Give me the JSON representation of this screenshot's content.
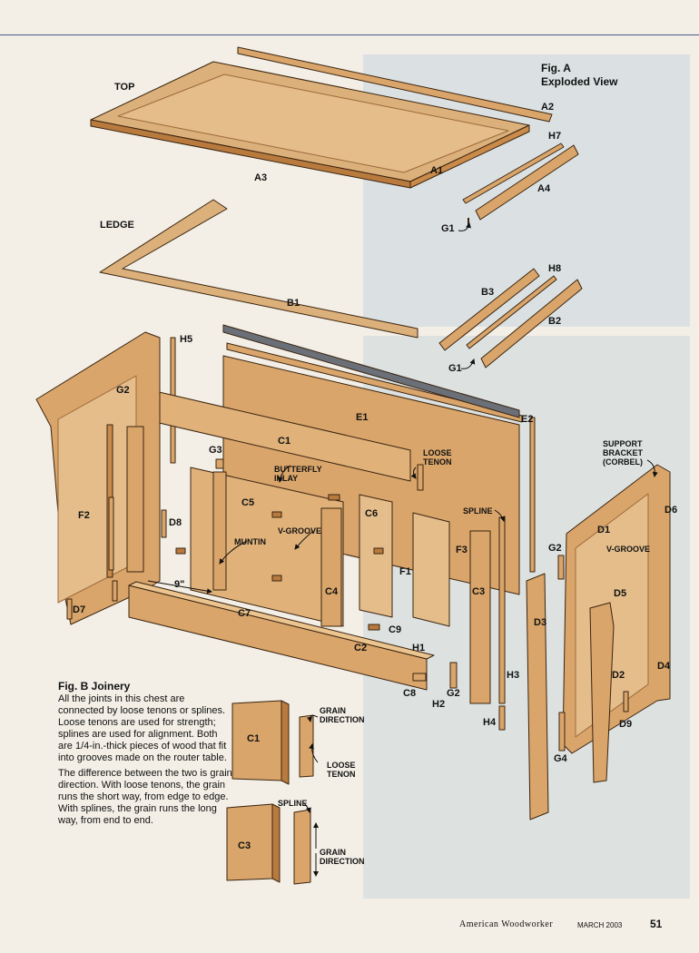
{
  "fig_a": {
    "title_line1": "Fig. A",
    "title_line2": "Exploded View"
  },
  "fig_b": {
    "title": "Fig. B  Joinery",
    "paragraph1": "All the joints in this chest are connected by loose tenons or splines. Loose tenons are used for strength; splines are used for alignment. Both are 1/4-in.-thick pieces of wood that fit into grooves made on the router table.",
    "paragraph2": "The difference between the two is grain direction. With loose tenons, the grain runs the short way, from edge to edge. With splines, the grain runs the long way, from end to end."
  },
  "labels": {
    "top": "TOP",
    "a1": "A1",
    "a2": "A2",
    "a3": "A3",
    "a4": "A4",
    "h7": "H7",
    "g1_top": "G1",
    "ledge": "LEDGE",
    "b1": "B1",
    "b2": "B2",
    "b3": "B3",
    "h8": "H8",
    "g1_mid": "G1",
    "h5": "H5",
    "g2_left": "G2",
    "e1": "E1",
    "e2": "E2",
    "c1": "C1",
    "g3": "G3",
    "butterfly_inlay": "BUTTERFLY\nINLAY",
    "loose_tenon": "LOOSE\nTENON",
    "support_bracket": "SUPPORT\nBRACKET\n(CORBEL)",
    "d6": "D6",
    "c5": "C5",
    "c6": "C6",
    "spline": "SPLINE",
    "v_groove_center": "V-GROOVE",
    "muntin": "MUNTIN",
    "d8": "D8",
    "f2": "F2",
    "f1": "F1",
    "f3": "F3",
    "c3": "C3",
    "c4": "C4",
    "c9": "C9",
    "nine_in": "9\"",
    "d7": "D7",
    "c7": "C7",
    "c2": "C2",
    "h1": "H1",
    "c8": "C8",
    "h2": "H2",
    "g2_low": "G2",
    "h3": "H3",
    "h4": "H4",
    "d3": "D3",
    "g2_right": "G2",
    "d1": "D1",
    "v_groove_right": "V-GROOVE",
    "d5": "D5",
    "d2": "D2",
    "d4": "D4",
    "d9": "D9",
    "g4": "G4"
  },
  "joinery_labels": {
    "c1": "C1",
    "c3": "C3",
    "grain_direction_top": "GRAIN\nDIRECTION",
    "loose_tenon": "LOOSE\nTENON",
    "spline": "SPLINE",
    "grain_direction_bottom": "GRAIN\nDIRECTION"
  },
  "footer": {
    "magazine": "American Woodworker",
    "issue": "MARCH 2003",
    "page": "51"
  },
  "colors": {
    "wood": "#d9a56a",
    "wood_dark": "#b97a3e",
    "wood_light": "#ebc48f",
    "outline": "#3a2410",
    "panel_blue": "#c7d6df"
  }
}
